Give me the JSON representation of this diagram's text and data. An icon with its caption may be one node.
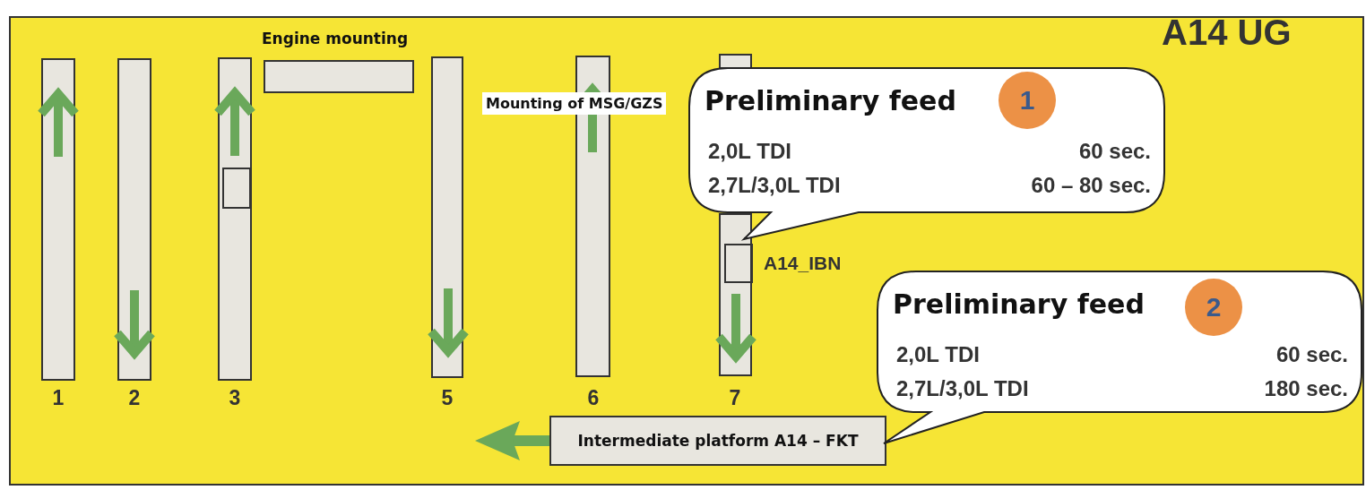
{
  "diagram": {
    "title": "A14 UG",
    "nodes": [
      {
        "text": [],
        "shape": "bar"
      },
      {
        "text": [],
        "shape": "bar"
      },
      {
        "text": [],
        "shape": "bar"
      },
      {
        "text": [],
        "shape": "box",
        "in": 2
      },
      {
        "text": [
          "Engine mounting"
        ]
      },
      {
        "text": [],
        "shape": "bar"
      },
      {
        "text": [],
        "shape": "bar"
      },
      {
        "text": [],
        "shape": "bar"
      },
      {
        "text": [],
        "shape": "box",
        "in": 7,
        "beside": [
          "A14_IBN"
        ]
      },
      {
        "text": [
          "Preliminary feed",
          "2,0L TDI",
          "60 sec.",
          "2,7L/3,0L TDI",
          "60 – 80 sec."
        ]
      },
      {
        "text": [
          "1"
        ],
        "in": 9
      },
      {
        "text": [
          "Preliminary feed",
          "2,0L TDI",
          "60 sec.",
          "2,7L/3,0L TDI",
          "180 sec."
        ]
      },
      {
        "text": [
          "2"
        ],
        "in": 11
      },
      {
        "text": [
          "Intermediate platform A14 – FKT"
        ]
      }
    ],
    "labels": [
      "Mounting of MSG/GZS",
      "1",
      "2",
      "3",
      "5",
      "6",
      "7"
    ]
  }
}
